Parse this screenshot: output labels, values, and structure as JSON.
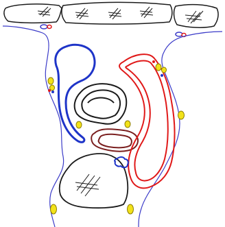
{
  "colors": {
    "background": "#ffffff",
    "outline": "#1a1a1a",
    "membrane": "#3a3ac8",
    "blue_vessel": "#1e34c8",
    "red_vessel": "#e01818",
    "brown_structure": "#7a1e1e",
    "yellow_node": "#f2e21a",
    "yellow_node_stroke": "#8a7a00"
  },
  "shapes": {
    "top_bones": "outlined-bone-shapes-with-hatching",
    "membrane": "thin-blue-outline",
    "blue_loop": "blue-loop-vessel",
    "red_loop": "red-double-line-loop",
    "inner_ring": "black-double-outline-ring",
    "brown_blob": "brown-concentric-blob",
    "lower_bone": "hatched-bone-shape",
    "small_blue_blob": "small-blue-clover",
    "nodes": "yellow-ellipse-nodes"
  }
}
